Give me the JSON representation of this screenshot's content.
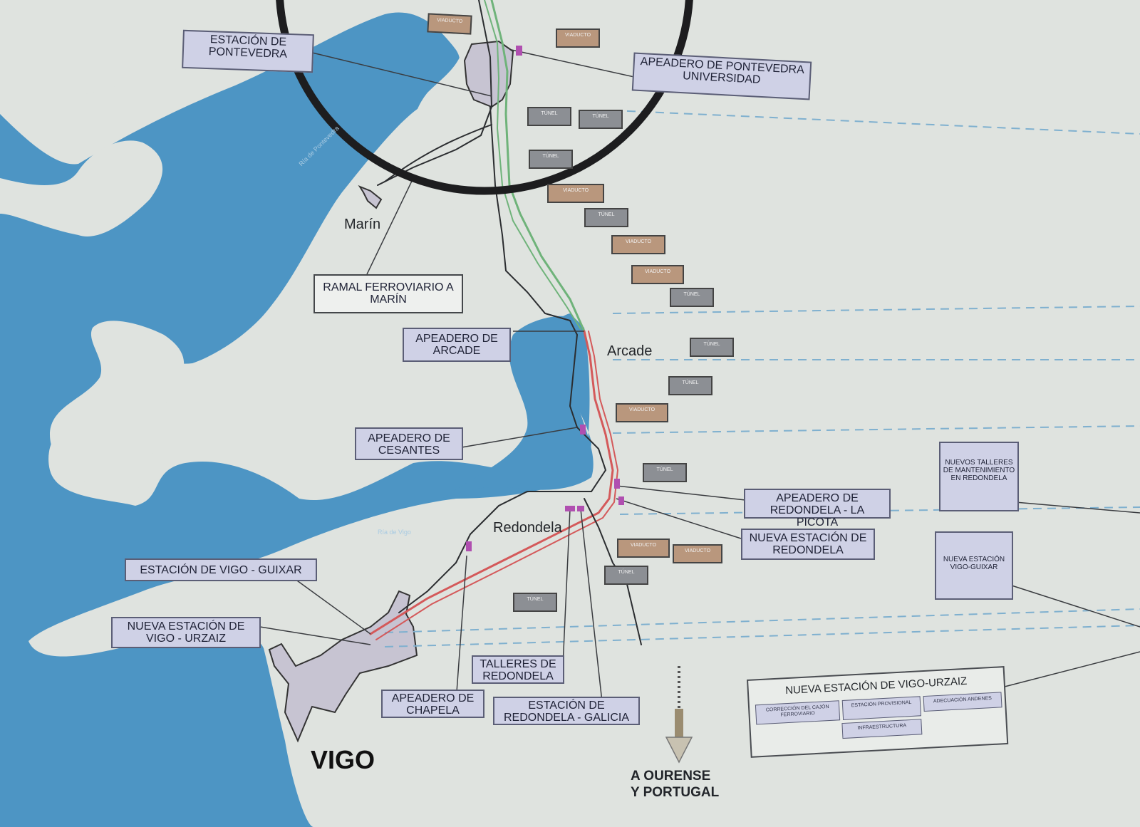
{
  "labels": {
    "estacion_pontevedra": "ESTACIÓN DE PONTEVEDRA",
    "apeadero_pontevedra_universidad": "APEADERO DE PONTEVEDRA UNIVERSIDAD",
    "ramal_marin": "RAMAL FERROVIARIO A MARÍN",
    "apeadero_arcade": "APEADERO DE ARCADE",
    "apeadero_cesantes": "APEADERO DE CESANTES",
    "apeadero_redondela_picota": "APEADERO DE REDONDELA - LA PICOTA",
    "nueva_estacion_redondela": "NUEVA ESTACIÓN DE REDONDELA",
    "estacion_vigo_guixar": "ESTACIÓN DE VIGO - GUIXAR",
    "nueva_estacion_vigo_urzaiz": "NUEVA ESTACIÓN DE VIGO - URZAIZ",
    "talleres_redondela": "TALLERES DE REDONDELA",
    "apeadero_chapela": "APEADERO DE CHAPELA",
    "estacion_redondela_galicia": "ESTACIÓN DE REDONDELA - GALICIA",
    "nuevos_talleres": "NUEVOS TALLERES DE MANTENIMIENTO EN REDONDELA",
    "nueva_estacion_vigo_guixar": "NUEVA ESTACIÓN VIGO-GUIXAR"
  },
  "places": {
    "marin": "Marín",
    "arcade": "Arcade",
    "redondela": "Redondela",
    "vigo": "VIGO"
  },
  "rivers": {
    "ria_pontevedra": "Ría de Pontevedra",
    "ria_vigo": "Ría de Vigo"
  },
  "direction": {
    "line1": "A OURENSE",
    "line2": "Y PORTUGAL"
  },
  "legend": {
    "title": "NUEVA ESTACIÓN DE VIGO-URZAIZ",
    "items": [
      "CORRECCIÓN DEL CAJÓN FERROVIARIO",
      "ESTACIÓN PROVISIONAL",
      "ADECUACIÓN ANDENES",
      "INFRAESTRUCTURA"
    ]
  },
  "tags": {
    "viaducto": "VIADUCTO",
    "tunel": "TÚNEL"
  },
  "colors": {
    "water": "#4d95c4",
    "land": "#dfe3df",
    "city": "#c7c4d2",
    "new_line": "#d4595a",
    "green_line": "#6fb37a",
    "old_line": "#2b2d30"
  }
}
